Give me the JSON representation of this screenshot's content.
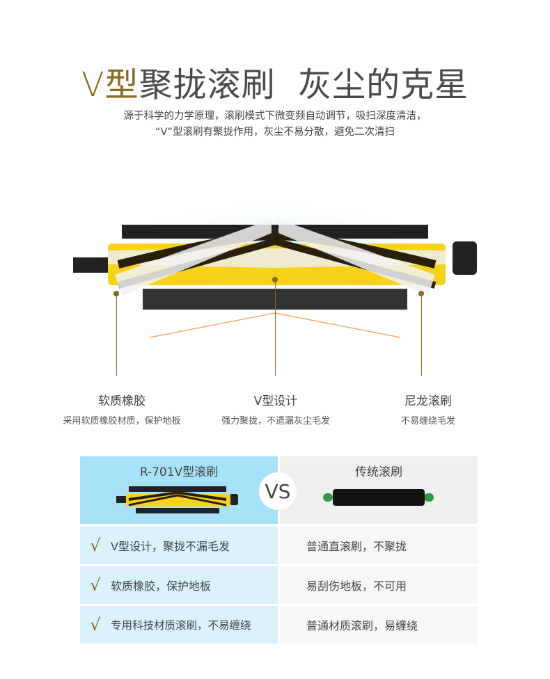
{
  "title": {
    "accent": "V型",
    "rest": "聚拢滚刷  灰尘的克星"
  },
  "subtitle": [
    "源于科学的力学原理，滚刷模式下微变频自动调节，吸扫深度清洁，",
    "“V”型滚刷有聚拢作用，灰尘不易分散，避免二次清扫"
  ],
  "callouts": [
    {
      "label": "软质橡胶",
      "desc": "采用软质橡胶材质，保护地板"
    },
    {
      "label": "V型设计",
      "desc": "强力聚拢，不遗漏灰尘毛发"
    },
    {
      "label": "尼龙滚刷",
      "desc": "不易缠绕毛发"
    }
  ],
  "compare": {
    "left_title": "R-701V型滚刷",
    "right_title": "传统滚刷",
    "vs": "VS",
    "check": "√",
    "rows": [
      {
        "left": "V型设计，聚拢不漏毛发",
        "right": "普通直滚刷，不聚拢"
      },
      {
        "left": "软质橡胶，保护地板",
        "right": "易刮伤地板，不可用"
      },
      {
        "left": "专用科技材质滚刷，不易缠绕",
        "right": "普通材质滚刷，易缠绕"
      }
    ]
  },
  "colors": {
    "accent": "#8a6a1e",
    "left_header": "#a8e1fa",
    "left_row": "#d9f2fc",
    "right_header": "#efefef",
    "right_row": "#f7f7f7"
  }
}
